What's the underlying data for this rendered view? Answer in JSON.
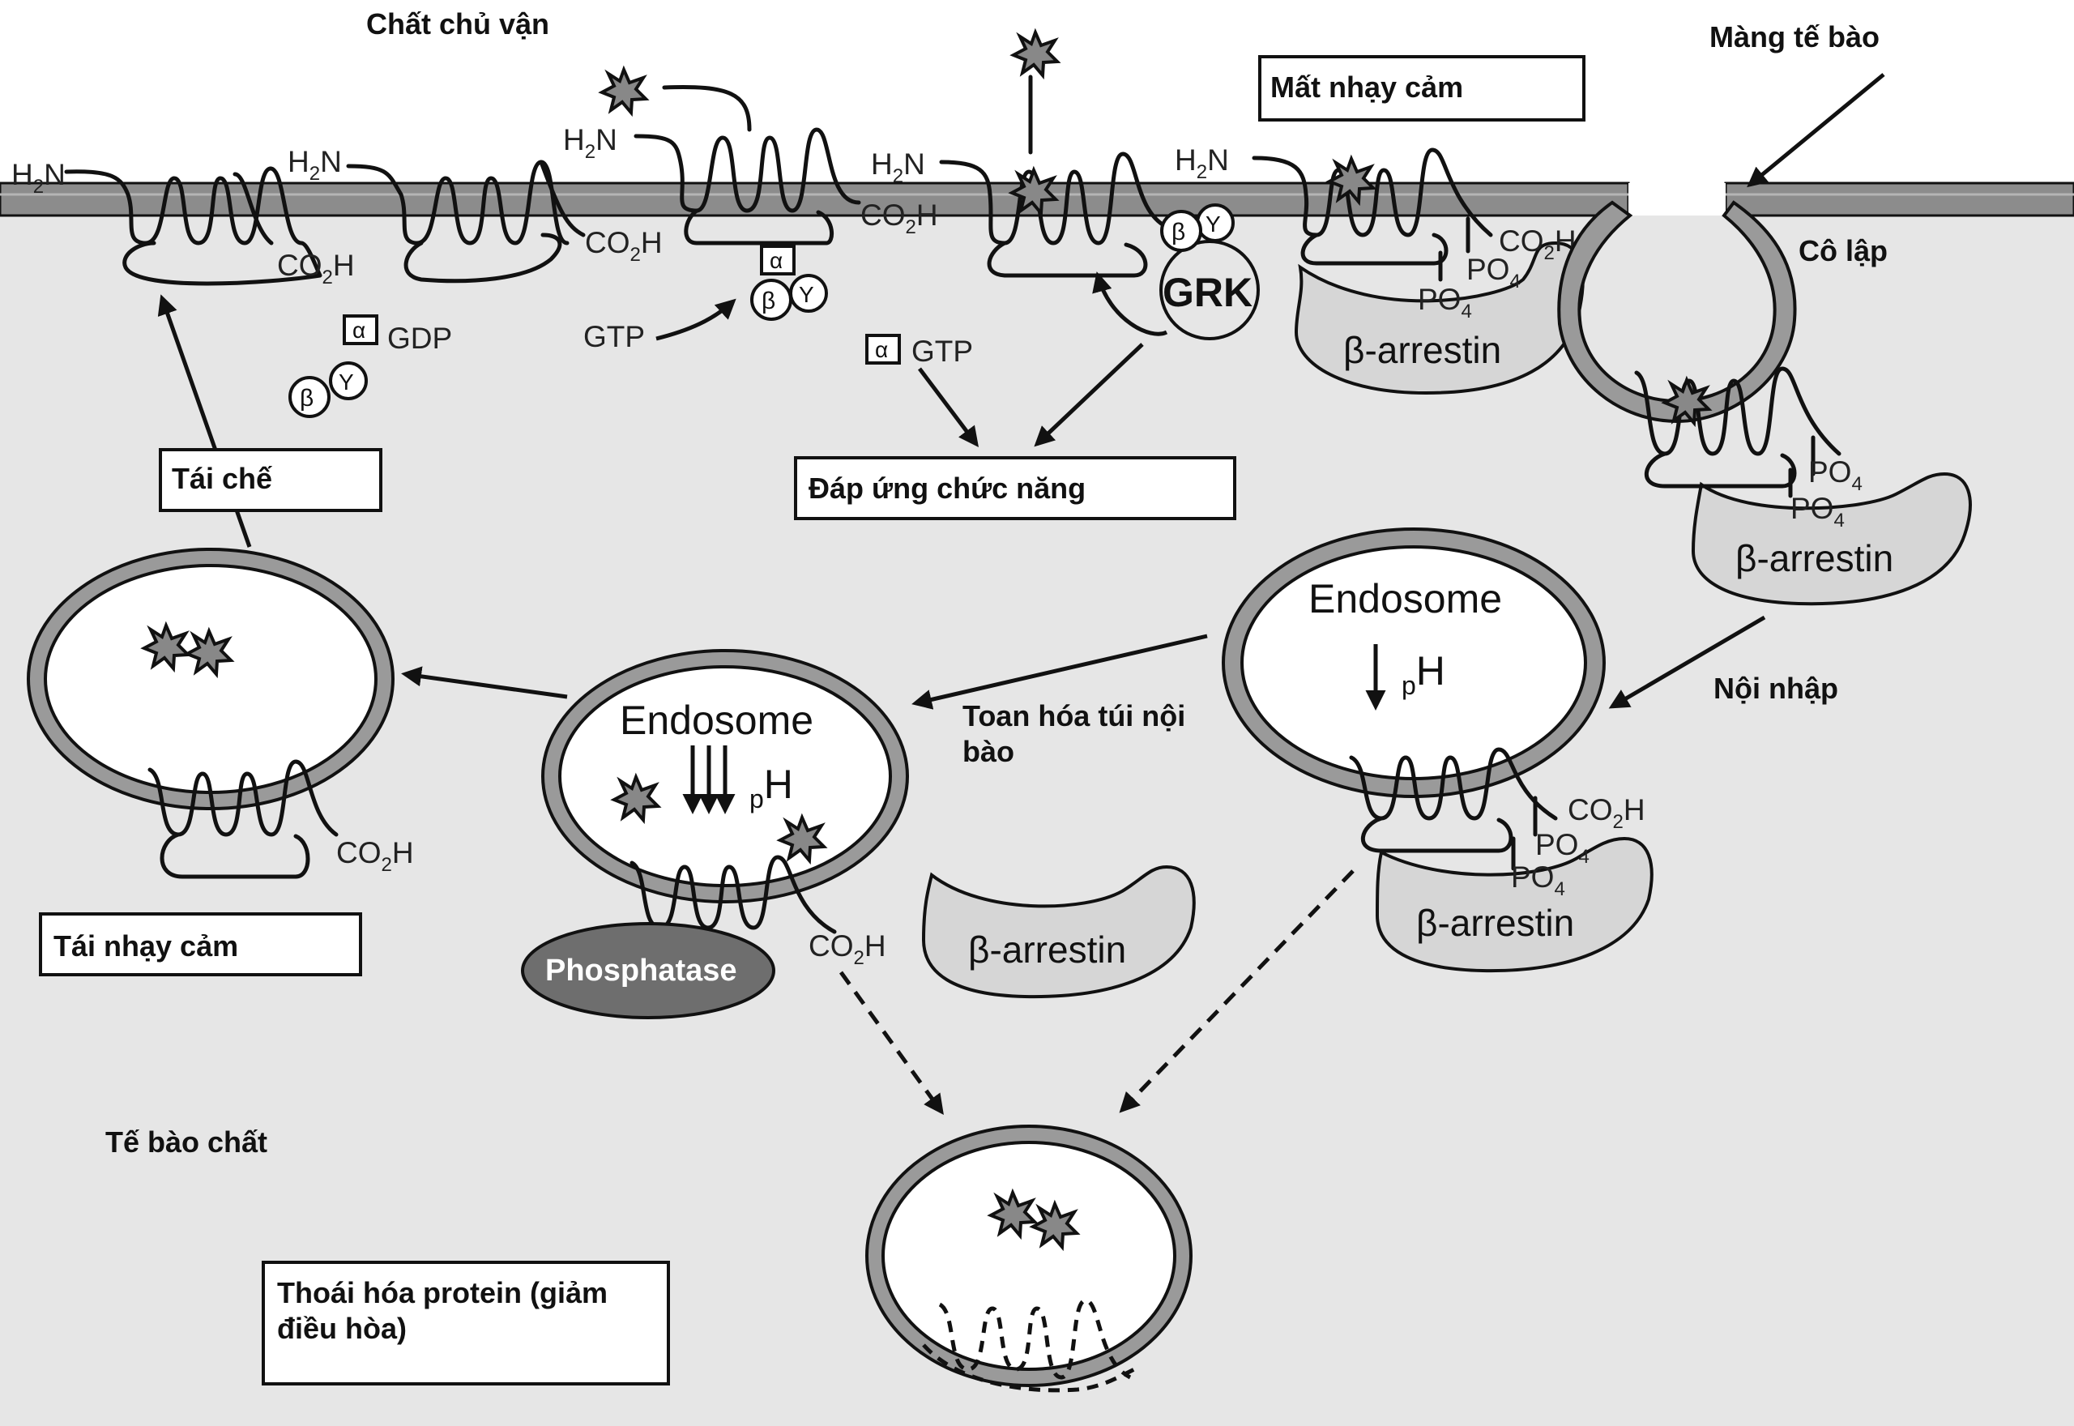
{
  "regions": {
    "agonist": "Chất chủ vận",
    "cell_membrane": "Màng tế bào",
    "cytoplasm": "Tế bào chất"
  },
  "processes": {
    "sequestration": "Cô lập",
    "internalization": "Nội nhập",
    "acidification": "Toan hóa túi nội bào"
  },
  "boxes": {
    "desensitization": "Mất nhạy cảm",
    "functional_response": "Đáp ứng chức năng",
    "recycling": "Tái chế",
    "resensitization": "Tái nhạy cảm",
    "degradation": "Thoái hóa protein (giảm điều hòa)"
  },
  "molecules": {
    "amino_prefix": "H",
    "amino_sub": "2",
    "amino_suffix": "N",
    "carboxyl_prefix": "CO",
    "carboxyl_sub": "2",
    "carboxyl_suffix": "H",
    "phosphate_prefix": "PO",
    "phosphate_sub": "4",
    "alpha": "α",
    "beta": "β",
    "gamma": "Y",
    "gdp": "GDP",
    "gtp": "GTP",
    "grk": "GRK",
    "arrestin": "β-arrestin",
    "endosome": "Endosome",
    "ph_prefix": "p",
    "ph_suffix": "H",
    "phosphatase": "Phosphatase"
  },
  "colors": {
    "membrane": "#8c8c8c",
    "cytoplasm": "#e6e6e6",
    "arrestin": "#d6d6d6",
    "phosphatase": "#6e6e6e",
    "vesicle_ring": "#9a9a9a"
  }
}
